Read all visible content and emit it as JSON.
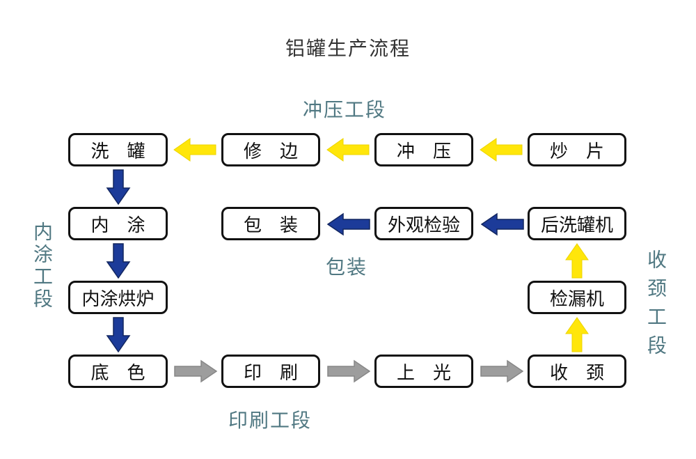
{
  "title": "铝罐生产流程",
  "section_labels": {
    "chongya_duan": "冲压工段",
    "neitu_duan": "内涂工段",
    "baozhuang_duan": "包装",
    "yinshua_duan": "印刷工段",
    "shoujing_duan": "收颈工段"
  },
  "nodes": {
    "xiguan": "洗　罐",
    "xiubian": "修　边",
    "chongya": "冲　压",
    "chaopian": "炒　片",
    "neitu": "内　涂",
    "baozhuang": "包　装",
    "waiguanjianyan": "外观检验",
    "houxiguanji": "后洗罐机",
    "neituhonglu": "内涂烘炉",
    "jianlouji": "检漏机",
    "dise": "底　色",
    "yinshua": "印　刷",
    "shangguang": "上　光",
    "shoujing": "收　颈"
  },
  "flows": [
    {
      "from": "炒片",
      "to": "冲压",
      "color": "yellow",
      "direction": "left"
    },
    {
      "from": "冲压",
      "to": "修边",
      "color": "yellow",
      "direction": "left"
    },
    {
      "from": "修边",
      "to": "洗罐",
      "color": "yellow",
      "direction": "left"
    },
    {
      "from": "洗罐",
      "to": "内涂",
      "color": "blue",
      "direction": "down"
    },
    {
      "from": "内涂",
      "to": "内涂烘炉",
      "color": "blue",
      "direction": "down"
    },
    {
      "from": "内涂烘炉",
      "to": "底色",
      "color": "blue",
      "direction": "down"
    },
    {
      "from": "底色",
      "to": "印刷",
      "color": "gray",
      "direction": "right"
    },
    {
      "from": "印刷",
      "to": "上光",
      "color": "gray",
      "direction": "right"
    },
    {
      "from": "上光",
      "to": "收颈",
      "color": "gray",
      "direction": "right"
    },
    {
      "from": "收颈",
      "to": "检漏机",
      "color": "yellow",
      "direction": "up"
    },
    {
      "from": "检漏机",
      "to": "后洗罐机",
      "color": "yellow",
      "direction": "up"
    },
    {
      "from": "后洗罐机",
      "to": "外观检验",
      "color": "blue",
      "direction": "left"
    },
    {
      "from": "外观检验",
      "to": "包装",
      "color": "blue",
      "direction": "left"
    }
  ],
  "colors": {
    "arrow_yellow": "#FFE60A",
    "arrow_blue": "#1C3B99",
    "arrow_gray": "#9D9D9D",
    "section_label_teal": "#507882",
    "box_border": "#111111",
    "title_text": "#333333",
    "background": "#FFFFFF"
  }
}
